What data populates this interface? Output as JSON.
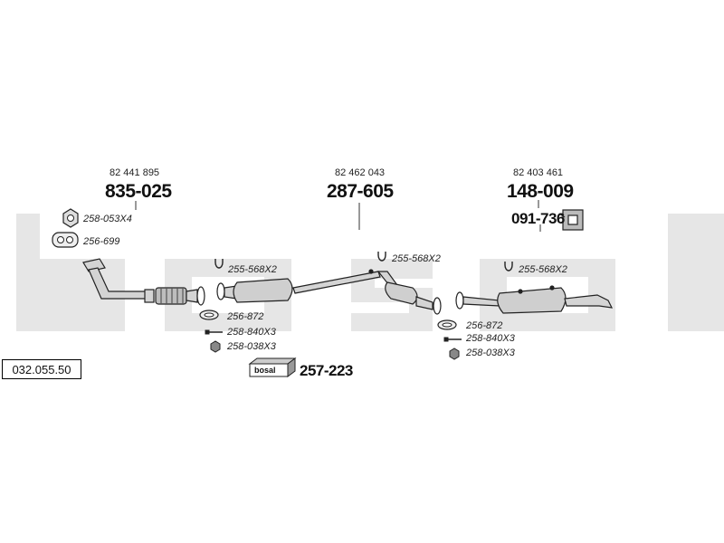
{
  "catalog_ref": "032.055.50",
  "watermark": "bosal",
  "colors": {
    "watermark": "#e6e6e6",
    "line": "#333333",
    "part_fill": "#d4d4d4"
  },
  "oem": {
    "front": "82 441 895",
    "middle": "82 462 043",
    "rear": "82 403 461"
  },
  "parts": {
    "front_pipe": "835-025",
    "middle_silencer": "287-605",
    "rear_silencer": "148-009",
    "rear_mount": "091-736",
    "mounting_kit": "257-223"
  },
  "accessories": {
    "front_nut": "258-053X4",
    "front_gasket": "256-699",
    "clamp_1": "255-568X2",
    "clamp_2": "255-568X2",
    "clamp_3": "255-568X2",
    "ring_1": "256-872",
    "ring_2": "256-872",
    "bolt_1": "258-840X3",
    "bolt_2": "258-840X3",
    "nut_1": "258-038X3",
    "nut_2": "258-038X3"
  },
  "kit_logo": "bosal"
}
